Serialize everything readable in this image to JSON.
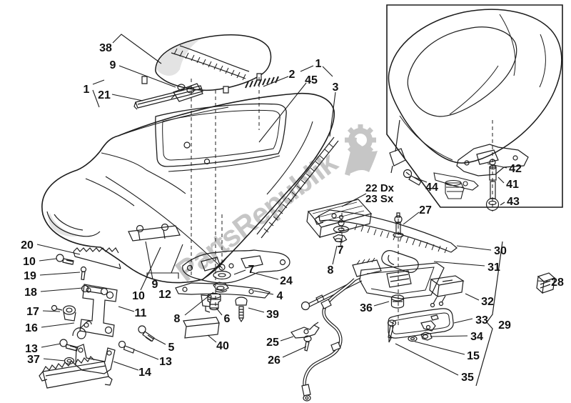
{
  "watermark": {
    "text": "PartsRepublik",
    "color": "#8f8f8f"
  },
  "diagram": {
    "background": "#ffffff",
    "line_color": "#1c1c1c"
  },
  "callouts": [
    {
      "num": "38"
    },
    {
      "num": "9"
    },
    {
      "num": "1"
    },
    {
      "num": "21"
    },
    {
      "num": "2"
    },
    {
      "num": "45"
    },
    {
      "num": "1"
    },
    {
      "num": "3"
    },
    {
      "num": "20"
    },
    {
      "num": "10"
    },
    {
      "num": "19"
    },
    {
      "num": "18"
    },
    {
      "num": "17"
    },
    {
      "num": "16"
    },
    {
      "num": "13"
    },
    {
      "num": "37"
    },
    {
      "num": "10"
    },
    {
      "num": "9"
    },
    {
      "num": "12"
    },
    {
      "num": "11"
    },
    {
      "num": "13"
    },
    {
      "num": "14"
    },
    {
      "num": "5"
    },
    {
      "num": "7"
    },
    {
      "num": "8"
    },
    {
      "num": "24"
    },
    {
      "num": "4"
    },
    {
      "num": "39"
    },
    {
      "num": "6"
    },
    {
      "num": "40"
    },
    {
      "num": "25"
    },
    {
      "num": "26"
    },
    {
      "num": "22 Dx"
    },
    {
      "num": "23 Sx"
    },
    {
      "num": "27"
    },
    {
      "num": "30"
    },
    {
      "num": "31"
    },
    {
      "num": "28"
    },
    {
      "num": "32"
    },
    {
      "num": "33"
    },
    {
      "num": "29"
    },
    {
      "num": "34"
    },
    {
      "num": "15"
    },
    {
      "num": "35"
    },
    {
      "num": "36"
    },
    {
      "num": "7"
    },
    {
      "num": "8"
    },
    {
      "num": "42"
    },
    {
      "num": "41"
    },
    {
      "num": "43"
    },
    {
      "num": "44"
    }
  ]
}
